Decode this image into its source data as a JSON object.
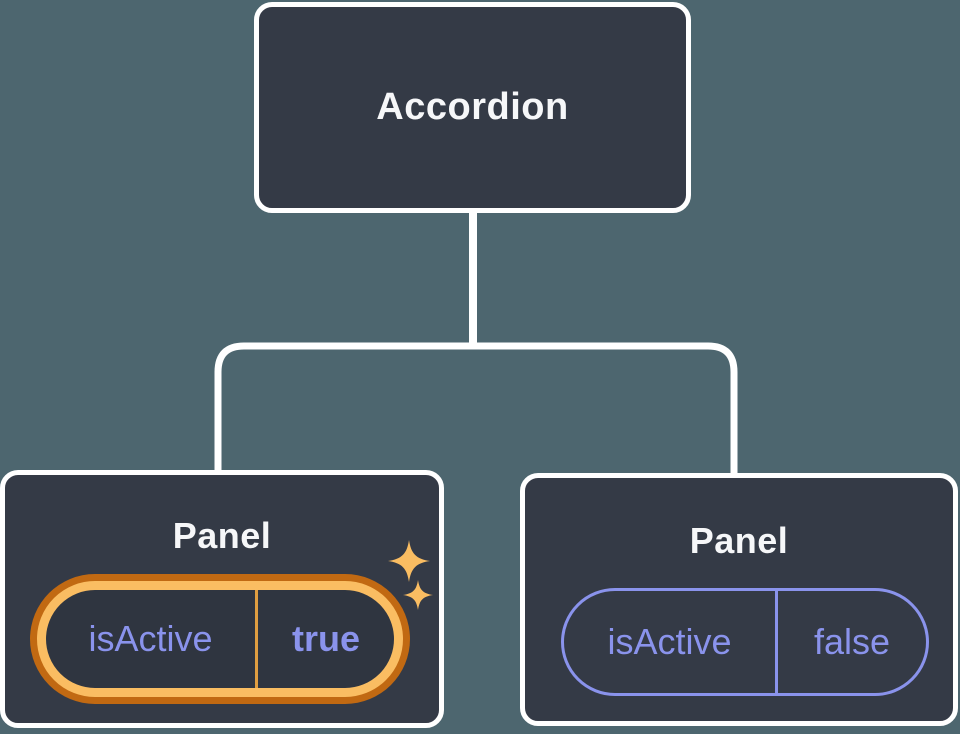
{
  "diagram": {
    "description": "Component tree: Accordion parent with two Panel children holding isActive state",
    "colors": {
      "background": "#4d666f",
      "node_fill": "#343a46",
      "node_border": "#ffffff",
      "connector": "#ffffff",
      "state_purple": "#8a93ec",
      "highlight_orange_outer": "#c16912",
      "highlight_orange_inner": "#fabd62",
      "highlight_divider": "#e09e41",
      "sparkle": "#fabd62",
      "text_white": "#f6f7f9"
    },
    "tree": {
      "root": {
        "label": "Accordion"
      },
      "children": [
        {
          "label": "Panel",
          "highlighted": true,
          "state": {
            "name": "isActive",
            "value": "true"
          }
        },
        {
          "label": "Panel",
          "highlighted": false,
          "state": {
            "name": "isActive",
            "value": "false"
          }
        }
      ]
    },
    "icons": {
      "sparkles": "sparkle-stars"
    }
  }
}
